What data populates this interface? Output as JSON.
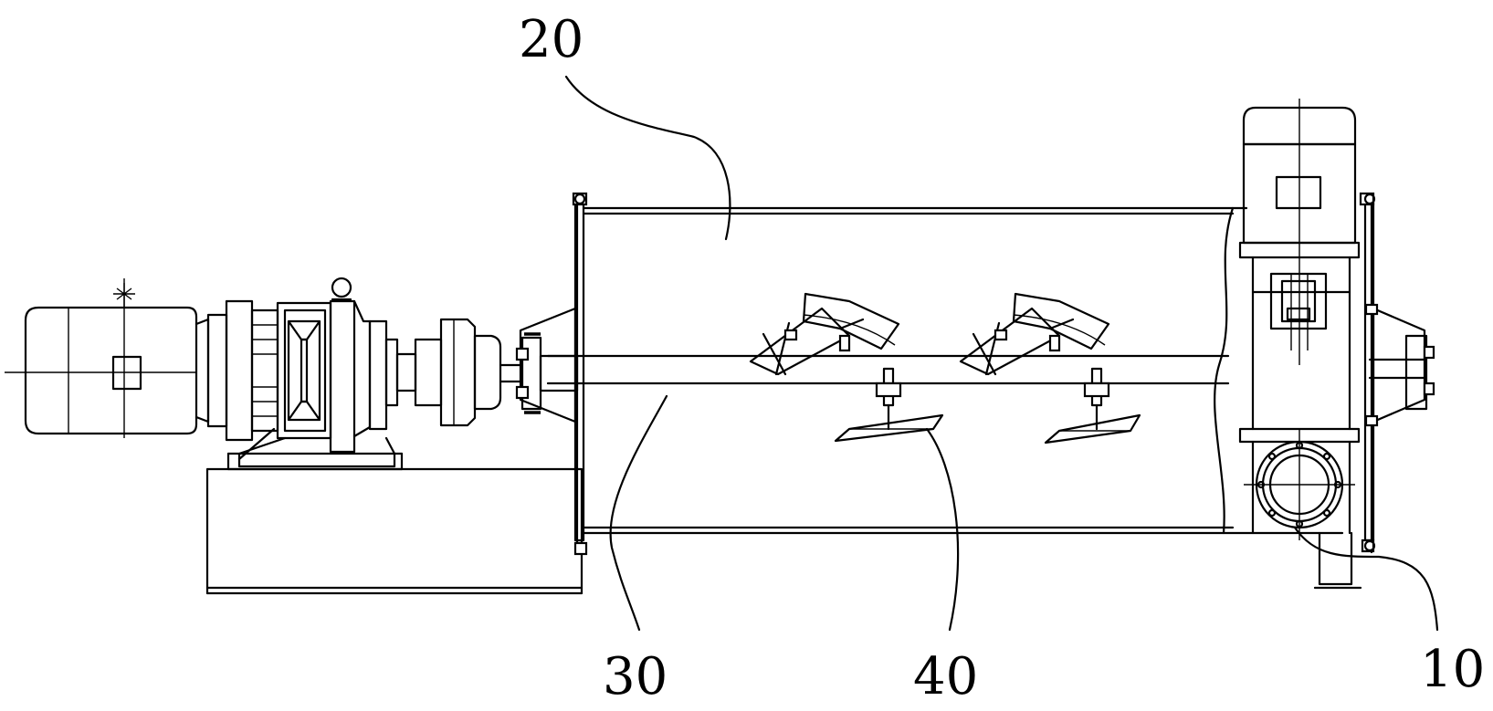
{
  "drawing": {
    "components": [
      {
        "label": "10",
        "name": "discharge-port"
      },
      {
        "label": "20",
        "name": "mixing-drum"
      },
      {
        "label": "30",
        "name": "agitator-shaft"
      },
      {
        "label": "40",
        "name": "paddle-blade"
      }
    ]
  }
}
